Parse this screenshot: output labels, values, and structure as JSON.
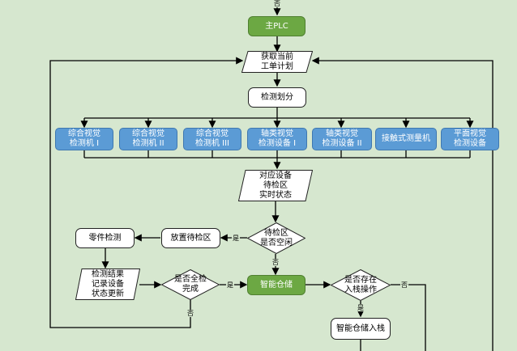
{
  "nodes": {
    "main_plc": "主PLC",
    "get_plan": "获取当前\n工单计划",
    "inspection_partition": "检测划分",
    "machines": [
      "综合视觉\n检测机 I",
      "综合视觉\n检测机 II",
      "综合视觉\n检测机 III",
      "轴类视觉\n检测设备 I",
      "轴类视觉\n检测设备 II",
      "接触式测量机",
      "平面视觉\n检测设备"
    ],
    "device_status": "对应设备\n待检区\n实时状态",
    "area_empty": "待检区\n是否空闲",
    "place_area": "放置待检区",
    "part_inspection": "零件检测",
    "result_update": "检测结果\n记录设备\n状态更新",
    "all_done": "是否全检\n完成",
    "smart_storage": "智能仓储",
    "storage_op": "是否存在\n入栈操作",
    "storage_in": "智能仓储入栈"
  },
  "labels": {
    "no": "否",
    "yes": "是"
  }
}
